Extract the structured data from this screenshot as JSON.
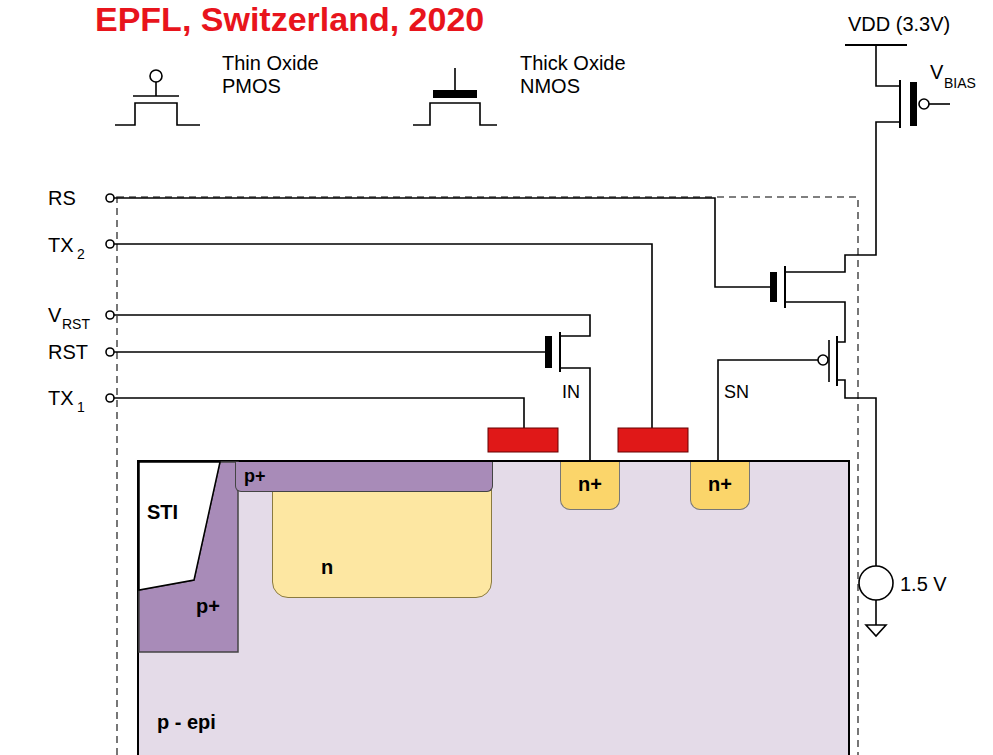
{
  "diagram": {
    "title": "EPFL, Switzerland, 2020",
    "nodes": [
      {
        "text": [
          "p - epi"
        ]
      },
      {
        "text": [
          "STI"
        ],
        "in": 0
      },
      {
        "text": [
          "p+"
        ],
        "in": 0
      },
      {
        "text": [
          "p+"
        ],
        "in": 0
      },
      {
        "text": [
          "n"
        ],
        "in": 0
      },
      {
        "text": [
          "n+"
        ],
        "in": 0
      },
      {
        "text": [
          "n+"
        ],
        "in": 0
      }
    ],
    "labels": [
      "VDD (3.3V)",
      "V",
      "BIAS",
      "RS",
      "TX",
      "2",
      "V",
      "RST",
      "RST",
      "TX",
      "1",
      "IN",
      "SN",
      "1.5 V"
    ],
    "legend": [
      {
        "text": "Thin Oxide PMOS"
      },
      {
        "text": "Thick Oxide NMOS"
      }
    ]
  }
}
